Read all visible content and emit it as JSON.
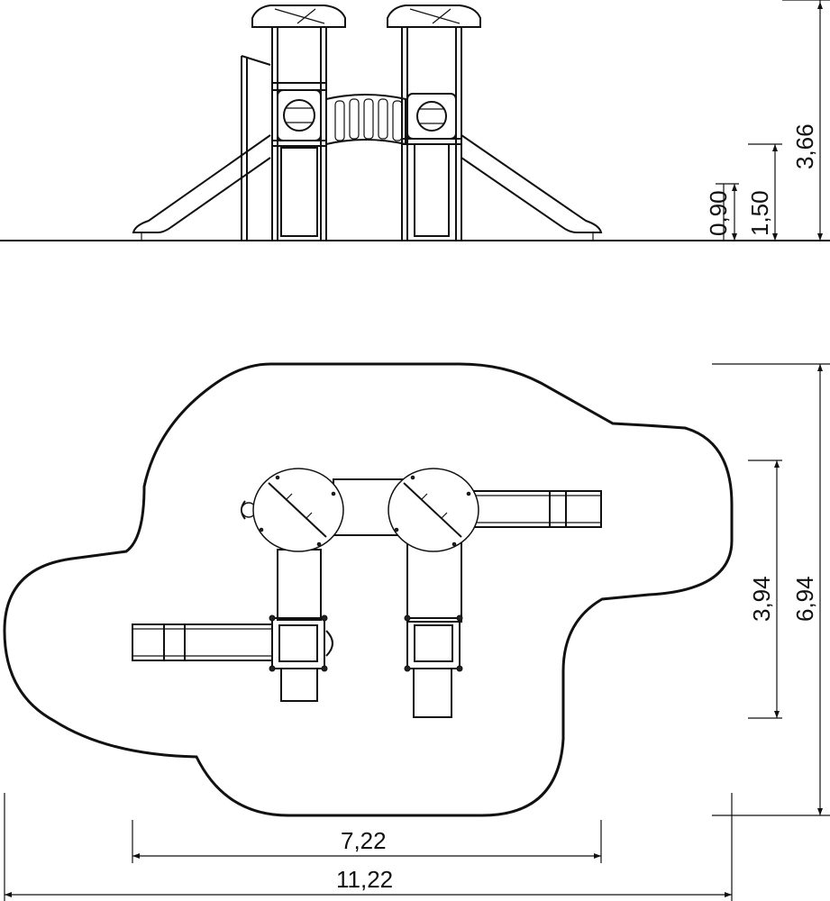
{
  "elevation": {
    "dimensions": [
      {
        "id": "height-090",
        "label": "0,90"
      },
      {
        "id": "height-150",
        "label": "1,50"
      },
      {
        "id": "height-366",
        "label": "3,66"
      }
    ]
  },
  "plan": {
    "dimensions": [
      {
        "id": "depth-394",
        "label": "3,94"
      },
      {
        "id": "depth-694",
        "label": "6,94"
      },
      {
        "id": "width-722",
        "label": "7,22"
      },
      {
        "id": "width-1122",
        "label": "11,22"
      }
    ]
  }
}
